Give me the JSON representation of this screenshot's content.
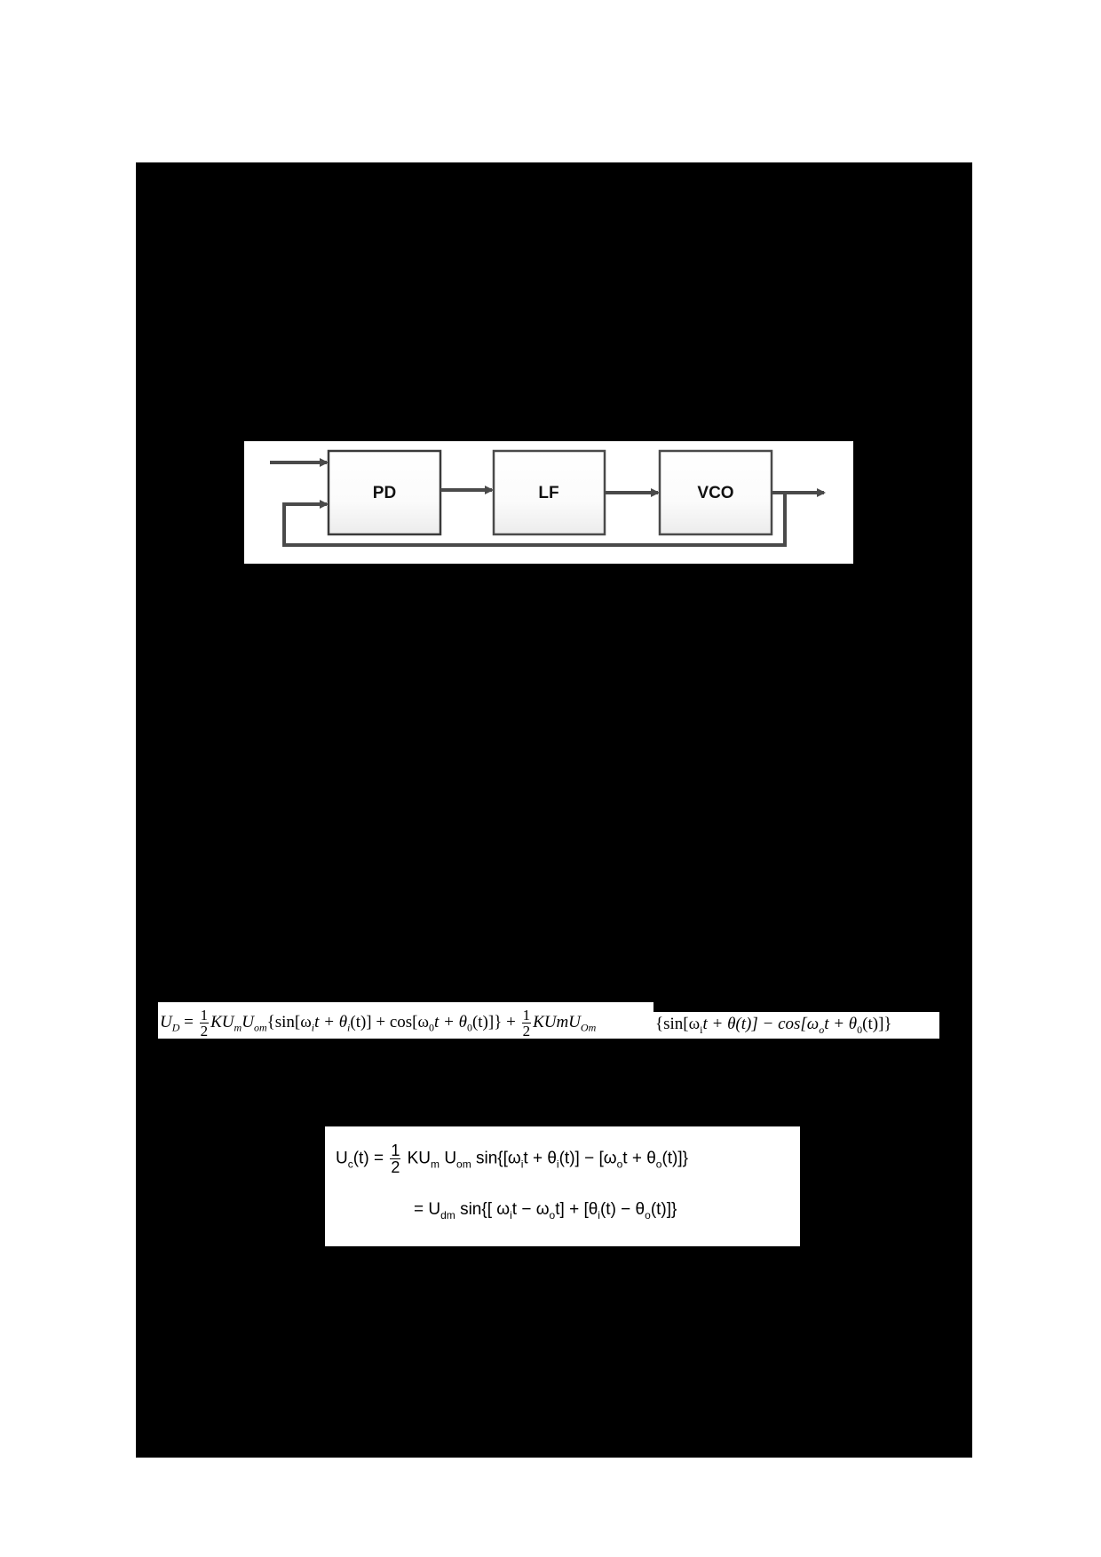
{
  "page": {
    "background_color": "#ffffff",
    "content_block_color": "#000000"
  },
  "figure": {
    "type": "block-diagram",
    "description": "Phase-locked loop block diagram",
    "blocks": [
      {
        "id": "pd",
        "label": "PD"
      },
      {
        "id": "lf",
        "label": "LF"
      },
      {
        "id": "vco",
        "label": "VCO"
      }
    ],
    "connections": [
      {
        "from": "input",
        "to": "pd"
      },
      {
        "from": "pd",
        "to": "lf"
      },
      {
        "from": "lf",
        "to": "vco"
      },
      {
        "from": "vco",
        "to": "output"
      },
      {
        "from": "vco",
        "to": "pd",
        "type": "feedback"
      }
    ],
    "line_color": "#4a4a4a",
    "block_border_color": "#3a3a3a"
  },
  "equation1": {
    "lhs": "U",
    "lhs_sub": "D",
    "eq": "=",
    "frac_num": "1",
    "frac_den": "2",
    "term1": "KU",
    "term1_sub": "m",
    "term2": "U",
    "term2_sub": "om",
    "body1": "{sin[ω",
    "body1_sub": "i",
    "body1_rest": "t + θ",
    "body1_sub2": "i",
    "body1_end": "(t)] + cos[ω",
    "body1_sub3": "0",
    "body1_end2": "t + θ",
    "body1_sub4": "0",
    "body1_end3": "(t)]} +",
    "term3": "KUmU",
    "term3_sub": "Om",
    "body2": "{sin[ω",
    "body2_sub": "i",
    "body2_rest": "t + θ(t)] − cos[ω",
    "body2_sub2": "o",
    "body2_rest2": "t + θ",
    "body2_sub3": "0",
    "body2_end": "(t)]}"
  },
  "equation2": {
    "line1": {
      "lhs": "U",
      "lhs_sub": "c",
      "lhs_arg": "(t) =",
      "frac_num": "1",
      "frac_den": "2",
      "k": "KU",
      "k_sub": "m",
      "u": "U",
      "u_sub": "om",
      "body": "sin{[ω",
      "body_sub": "i",
      "body2": "t + θ",
      "body_sub2": "i",
      "body3": "(t)] − [ω",
      "body_sub3": "o",
      "body4": "t + θ",
      "body_sub4": "o",
      "body5": "(t)]}"
    },
    "line2": {
      "eq": "= U",
      "u_sub": "dm",
      "body": "sin{[ ω",
      "body_sub": "i",
      "body2": "t − ω",
      "body_sub2": "o",
      "body3": "t] + [θ",
      "body_sub3": "i",
      "body4": "(t) − θ",
      "body_sub4": "o",
      "body5": "(t)]}"
    }
  }
}
